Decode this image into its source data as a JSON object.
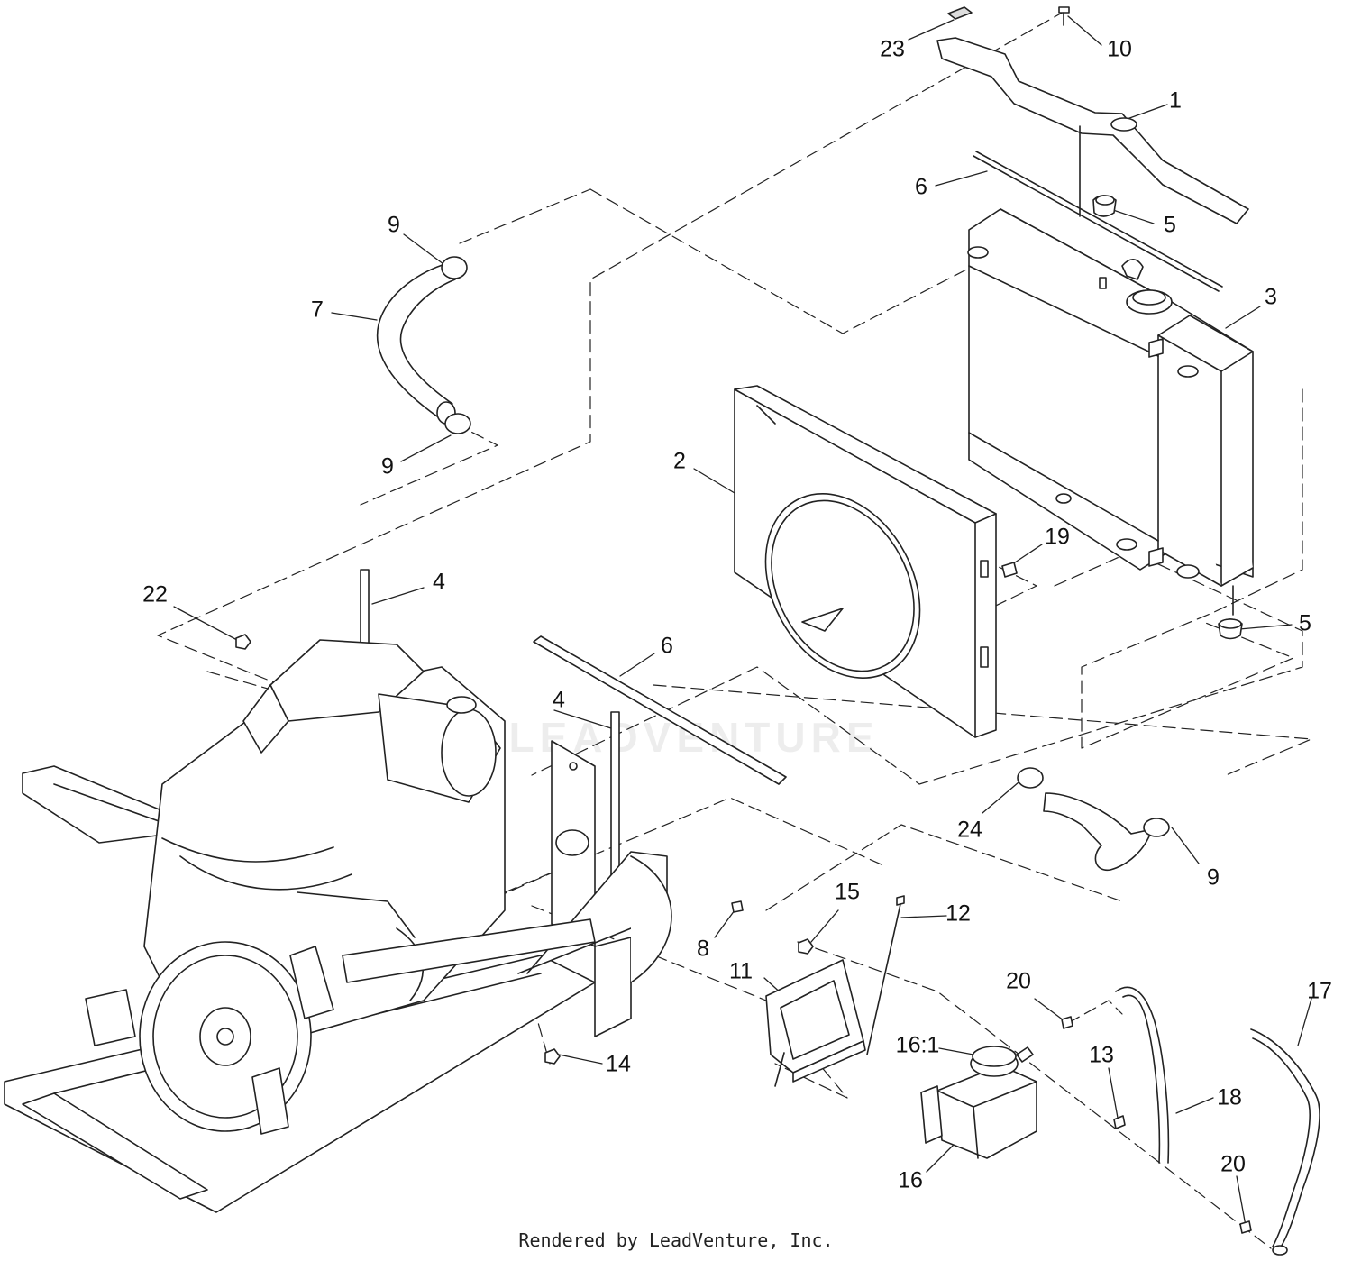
{
  "callouts": [
    {
      "id": "23",
      "label": "23"
    },
    {
      "id": "10",
      "label": "10"
    },
    {
      "id": "1",
      "label": "1"
    },
    {
      "id": "6-top",
      "label": "6"
    },
    {
      "id": "5-top",
      "label": "5"
    },
    {
      "id": "9-upper",
      "label": "9"
    },
    {
      "id": "7",
      "label": "7"
    },
    {
      "id": "3",
      "label": "3"
    },
    {
      "id": "9-lower",
      "label": "9"
    },
    {
      "id": "2",
      "label": "2"
    },
    {
      "id": "19",
      "label": "19"
    },
    {
      "id": "4-left",
      "label": "4"
    },
    {
      "id": "22",
      "label": "22"
    },
    {
      "id": "5-right",
      "label": "5"
    },
    {
      "id": "6-mid",
      "label": "6"
    },
    {
      "id": "4-mid",
      "label": "4"
    },
    {
      "id": "24",
      "label": "24"
    },
    {
      "id": "9-right",
      "label": "9"
    },
    {
      "id": "15",
      "label": "15"
    },
    {
      "id": "12",
      "label": "12"
    },
    {
      "id": "8",
      "label": "8"
    },
    {
      "id": "11",
      "label": "11"
    },
    {
      "id": "20-upper",
      "label": "20"
    },
    {
      "id": "17",
      "label": "17"
    },
    {
      "id": "16-1",
      "label": "16:1"
    },
    {
      "id": "13",
      "label": "13"
    },
    {
      "id": "14",
      "label": "14"
    },
    {
      "id": "18",
      "label": "18"
    },
    {
      "id": "20-lower",
      "label": "20"
    },
    {
      "id": "16",
      "label": "16"
    }
  ],
  "footer": {
    "credit": "Rendered by LeadVenture, Inc."
  },
  "watermark": {
    "text": "LEADVENTURE"
  },
  "colors": {
    "line": "#222222",
    "fill": "#ffffff",
    "shade": "#dddddd",
    "watermark": "#000000"
  }
}
